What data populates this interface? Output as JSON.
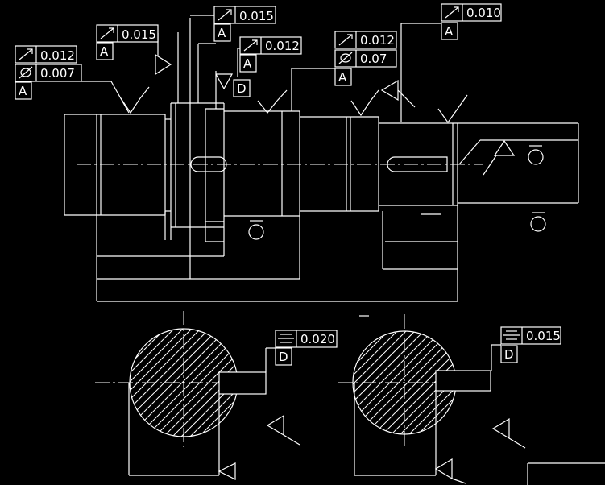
{
  "drawing": {
    "background": "#000000",
    "line_color": "#ffffff",
    "frames": [
      {
        "id": "f1",
        "symbol": "circular-runout",
        "tolerance": "0.012",
        "datum": "A"
      },
      {
        "id": "f2",
        "symbol": "cylindricity",
        "tolerance": "0.007",
        "datum": ""
      },
      {
        "id": "f3",
        "symbol": "circular-runout",
        "tolerance": "0.015",
        "datum": "A"
      },
      {
        "id": "f4",
        "symbol": "circular-runout",
        "tolerance": "0.015",
        "datum": "A"
      },
      {
        "id": "f5",
        "symbol": "circular-runout",
        "tolerance": "0.012",
        "datum": "A"
      },
      {
        "id": "f6",
        "symbol": "circular-runout",
        "tolerance": "0.012",
        "datum": ""
      },
      {
        "id": "f7",
        "symbol": "cylindricity",
        "tolerance": "0.07",
        "datum": "A"
      },
      {
        "id": "f8",
        "symbol": "circular-runout",
        "tolerance": "0.010",
        "datum": "A"
      },
      {
        "id": "f9",
        "symbol": "symmetry",
        "tolerance": "0.020",
        "datum": "D"
      },
      {
        "id": "f10",
        "symbol": "symmetry",
        "tolerance": "0.015",
        "datum": "D"
      }
    ],
    "datum_labels": [
      {
        "id": "d1",
        "label": "D"
      }
    ]
  }
}
